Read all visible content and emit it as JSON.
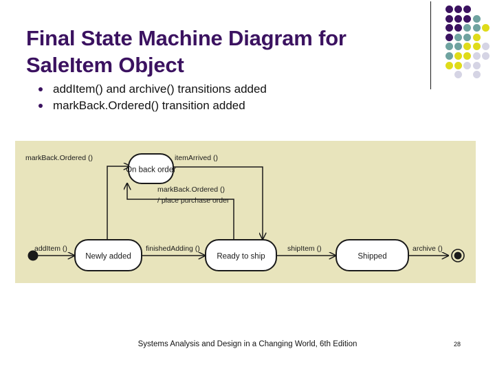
{
  "slide": {
    "title": "Final State Machine Diagram for SaleItem Object",
    "bullets": [
      "addItem() and archive() transitions added",
      "markBack.Ordered() transition added"
    ],
    "footer": "Systems Analysis and Design in a Changing World, 6th Edition",
    "page_number": "28"
  },
  "theme": {
    "title_color": "#3B1260",
    "bullet_color": "#3B1260",
    "diagram_background": "#E8E4BC",
    "slide_background": "#FFFFFF",
    "divider_color": "#1A1A1A"
  },
  "decoration": {
    "name": "dot-grid",
    "palette": {
      "purple": "#3B1260",
      "teal": "#6FA3A0",
      "yellow": "#DFDB1A",
      "lavender": "#D5D4E4"
    },
    "rows": [
      [
        "purple",
        "purple",
        "purple",
        null,
        null
      ],
      [
        "purple",
        "purple",
        "purple",
        "teal",
        null
      ],
      [
        "purple",
        "purple",
        "teal",
        "teal",
        "yellow"
      ],
      [
        "purple",
        "teal",
        "teal",
        "yellow",
        null
      ],
      [
        "teal",
        "teal",
        "yellow",
        "yellow",
        "lavender"
      ],
      [
        "teal",
        "yellow",
        "yellow",
        "lavender",
        "lavender"
      ],
      [
        "yellow",
        "yellow",
        "lavender",
        "lavender",
        null
      ],
      [
        null,
        "lavender",
        null,
        "lavender",
        null
      ]
    ]
  },
  "diagram": {
    "type": "uml-state-machine",
    "title": "SaleItem Object State Machine",
    "states": [
      {
        "id": "on-back-order",
        "label": "On back order"
      },
      {
        "id": "newly-added",
        "label": "Newly added"
      },
      {
        "id": "ready-to-ship",
        "label": "Ready to ship"
      },
      {
        "id": "shipped",
        "label": "Shipped"
      }
    ],
    "pseudostates": [
      {
        "id": "initial-state",
        "kind": "initial"
      },
      {
        "id": "final-state",
        "kind": "final"
      }
    ],
    "transitions": [
      {
        "id": "t-add-item",
        "label": "addItem ()",
        "from": "initial-state",
        "to": "newly-added"
      },
      {
        "id": "t-finished-adding",
        "label": "finishedAdding ()",
        "from": "newly-added",
        "to": "ready-to-ship"
      },
      {
        "id": "t-ship-item",
        "label": "shipItem ()",
        "from": "ready-to-ship",
        "to": "shipped"
      },
      {
        "id": "t-archive",
        "label": "archive ()",
        "from": "shipped",
        "to": "final-state"
      },
      {
        "id": "t-mark-back-ordered-newly",
        "label": "markBack.Ordered ()",
        "from": "newly-added",
        "to": "on-back-order"
      },
      {
        "id": "t-mark-back-ordered-ready",
        "label": "markBack.Ordered ()",
        "effect": "/ place purchase order",
        "from": "ready-to-ship",
        "to": "on-back-order"
      },
      {
        "id": "t-item-arrived",
        "label": "itemArrived ()",
        "from": "on-back-order",
        "to": "ready-to-ship"
      }
    ]
  }
}
